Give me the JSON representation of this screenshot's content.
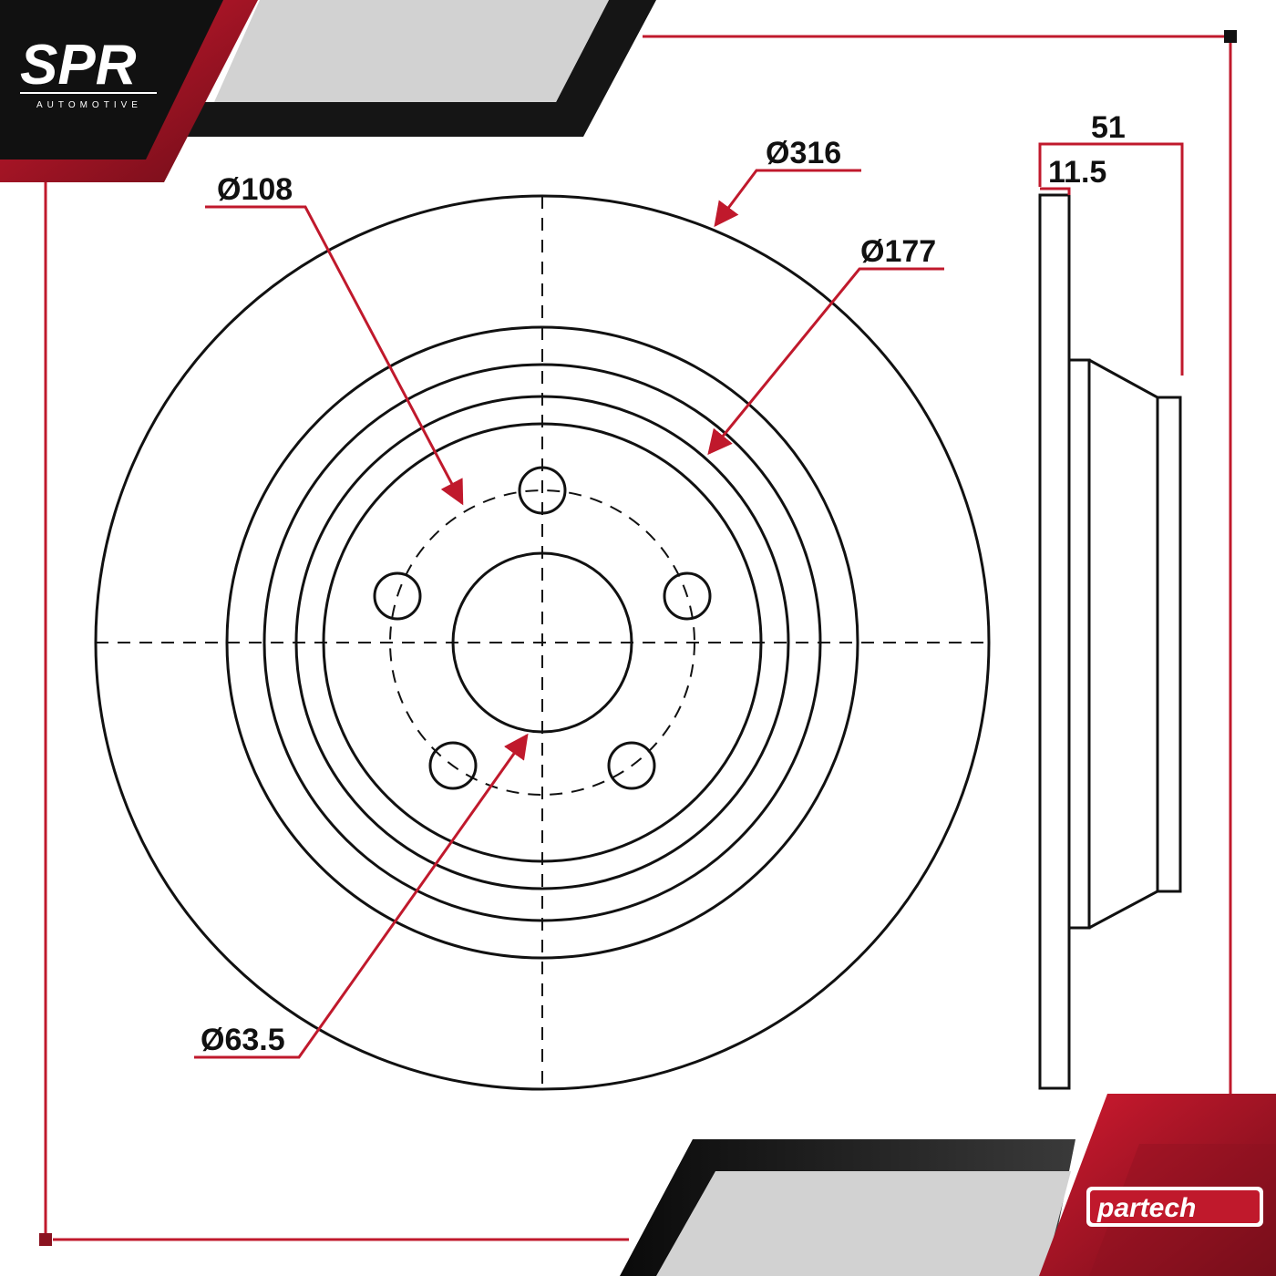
{
  "branding": {
    "top_logo": "SPR",
    "top_logo_sub": "AUTOMOTIVE",
    "bottom_logo": "partech"
  },
  "dimensions": {
    "outer_diameter": "Ø316",
    "bolt_circle": "Ø108",
    "hat_diameter": "Ø177",
    "center_bore": "Ø63.5",
    "total_height": "51",
    "thickness": "11.5"
  },
  "colors": {
    "accent_red": "#c0192c",
    "outline": "#111111",
    "dark_band": "#151515",
    "gray_band": "#d2d2d2"
  }
}
